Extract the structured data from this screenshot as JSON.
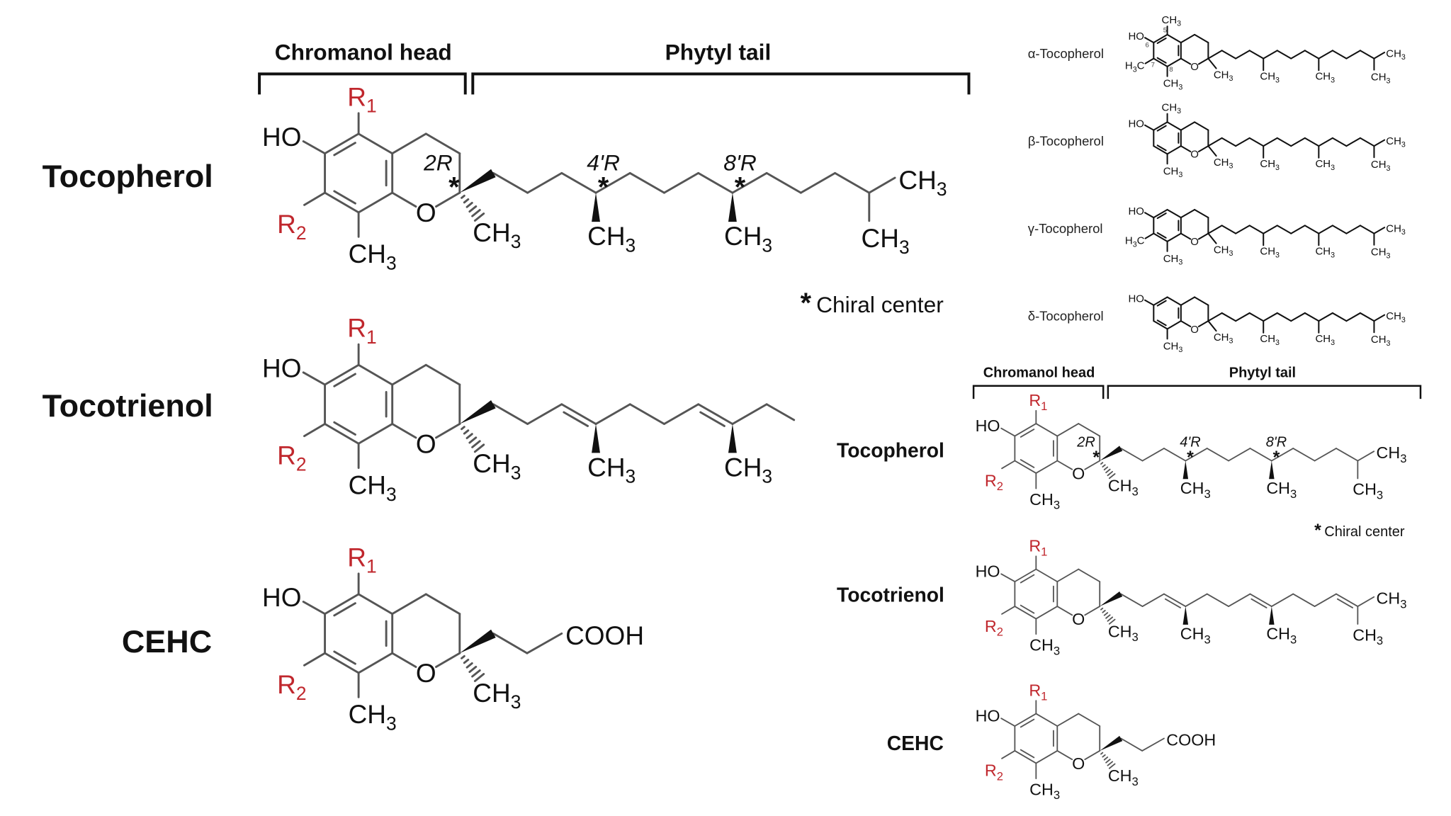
{
  "main_panel": {
    "header": {
      "chromanol_head": "Chromanol head",
      "phytyl_tail": "Phytyl tail"
    },
    "rows": [
      {
        "name": "Tocopherol"
      },
      {
        "name": "Tocotrienol"
      },
      {
        "name": "CEHC"
      }
    ],
    "atoms": {
      "ho": "HO",
      "o": "O",
      "r": "R",
      "r1_sub": "1",
      "r2_sub": "2",
      "ch": "CH",
      "h": "H",
      "c": "C",
      "sub3": "3",
      "cooh": "COOH"
    },
    "stereo": {
      "c2": "2R",
      "c4": "4'R",
      "c8": "8'R",
      "star": "*"
    },
    "chiral_note": {
      "star": "*",
      "text": "Chiral center"
    }
  },
  "comparison": {
    "items": [
      {
        "name": "α-Tocopherol"
      },
      {
        "name": "β-Tocopherol"
      },
      {
        "name": "γ-Tocopherol"
      },
      {
        "name": "δ-Tocopherol"
      }
    ],
    "ring_numbers": [
      "5",
      "6",
      "7",
      "8"
    ]
  },
  "colors": {
    "substituent": "#c0272d",
    "bond": "#555555",
    "text": "#111111"
  }
}
